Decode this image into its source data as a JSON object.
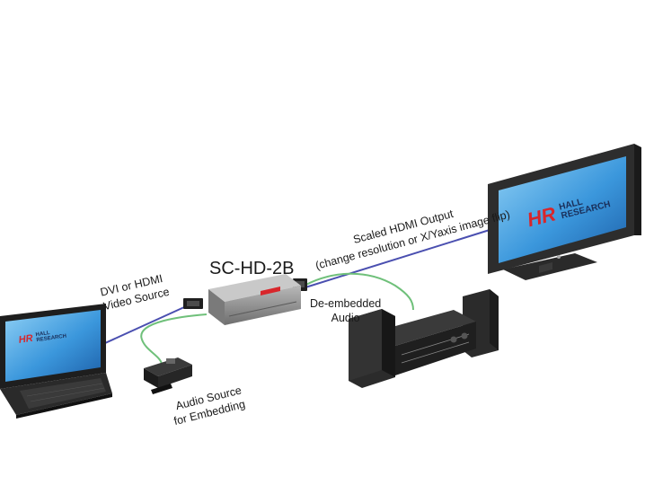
{
  "device": {
    "model": "SC-HD-2B"
  },
  "labels": {
    "source_line1": "DVI or HDMI",
    "source_line2": "Video Source",
    "output_line1": "Scaled HDMI Output",
    "output_line2": "(change resolution or X/Yaxis image flip)",
    "deembedded_line1": "De-embedded",
    "deembedded_line2": "Audio",
    "audio_src_line1": "Audio Source",
    "audio_src_line2": "for Embedding"
  },
  "branding": {
    "monogram": "HR",
    "name_line1": "HALL",
    "name_line2": "RESEARCH"
  },
  "colors": {
    "video_cable": "#4a4fb0",
    "audio_cable": "#6fc07a",
    "screen_blue": "#2f8fd8",
    "brand_red": "#d8262b",
    "device_grey": "#8a8a8a",
    "speaker_dark": "#2b2b2b"
  }
}
